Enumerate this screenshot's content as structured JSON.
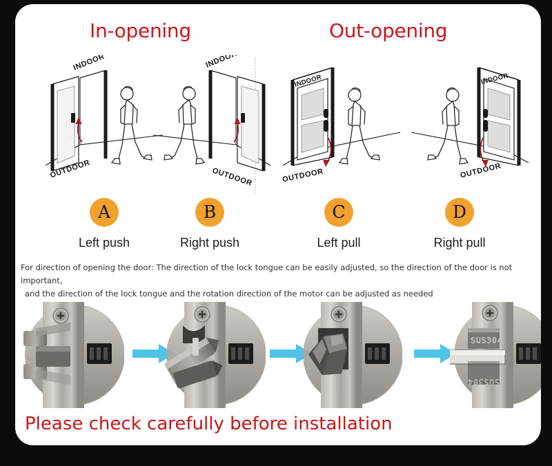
{
  "card": {
    "background": "#ffffff",
    "corner_radius": 26
  },
  "colors": {
    "title_red": "#cc1517",
    "badge_orange": "#f0a12e",
    "arrow_blue": "#4fc3e8",
    "page_background": "#0d0b0b",
    "note_text": "#2e2e2e"
  },
  "sections": {
    "in_opening_title": "In-opening",
    "out_opening_title": "Out-opening"
  },
  "scenes": [
    {
      "id": "a",
      "badge": "A",
      "caption": "Left push",
      "indoor_label": "INDOOR",
      "outdoor_label": "OUTDOOR",
      "group": "in-opening"
    },
    {
      "id": "b",
      "badge": "B",
      "caption": "Right push",
      "indoor_label": "INDOOR",
      "outdoor_label": "OUTDOOR",
      "group": "in-opening"
    },
    {
      "id": "c",
      "badge": "C",
      "caption": "Left pull",
      "indoor_label": "INDOOR",
      "outdoor_label": "OUTDOOR",
      "group": "out-opening"
    },
    {
      "id": "d",
      "badge": "D",
      "caption": "Right pull",
      "indoor_label": "INDOOR",
      "outdoor_label": "OUTDOOR",
      "group": "out-opening"
    }
  ],
  "note": {
    "line1": "For direction of opening the door: The direction of the lock tongue can be easily adjusted, so the direction of the door is not important,",
    "line2": "and the direction of the lock tongue and the rotation direction of the motor can be adjusted as needed"
  },
  "lock_sequence": {
    "steps": [
      {
        "id": "lock-1",
        "state": "tongue-retracted"
      },
      {
        "id": "lock-2",
        "state": "tongue-rotating-partial"
      },
      {
        "id": "lock-3",
        "state": "tongue-rotating-flipped"
      },
      {
        "id": "lock-4",
        "state": "tongue-extended"
      }
    ],
    "engraving": "SUS304",
    "arrow_count": 3
  },
  "warning": {
    "text": "Please check carefully before installation"
  }
}
